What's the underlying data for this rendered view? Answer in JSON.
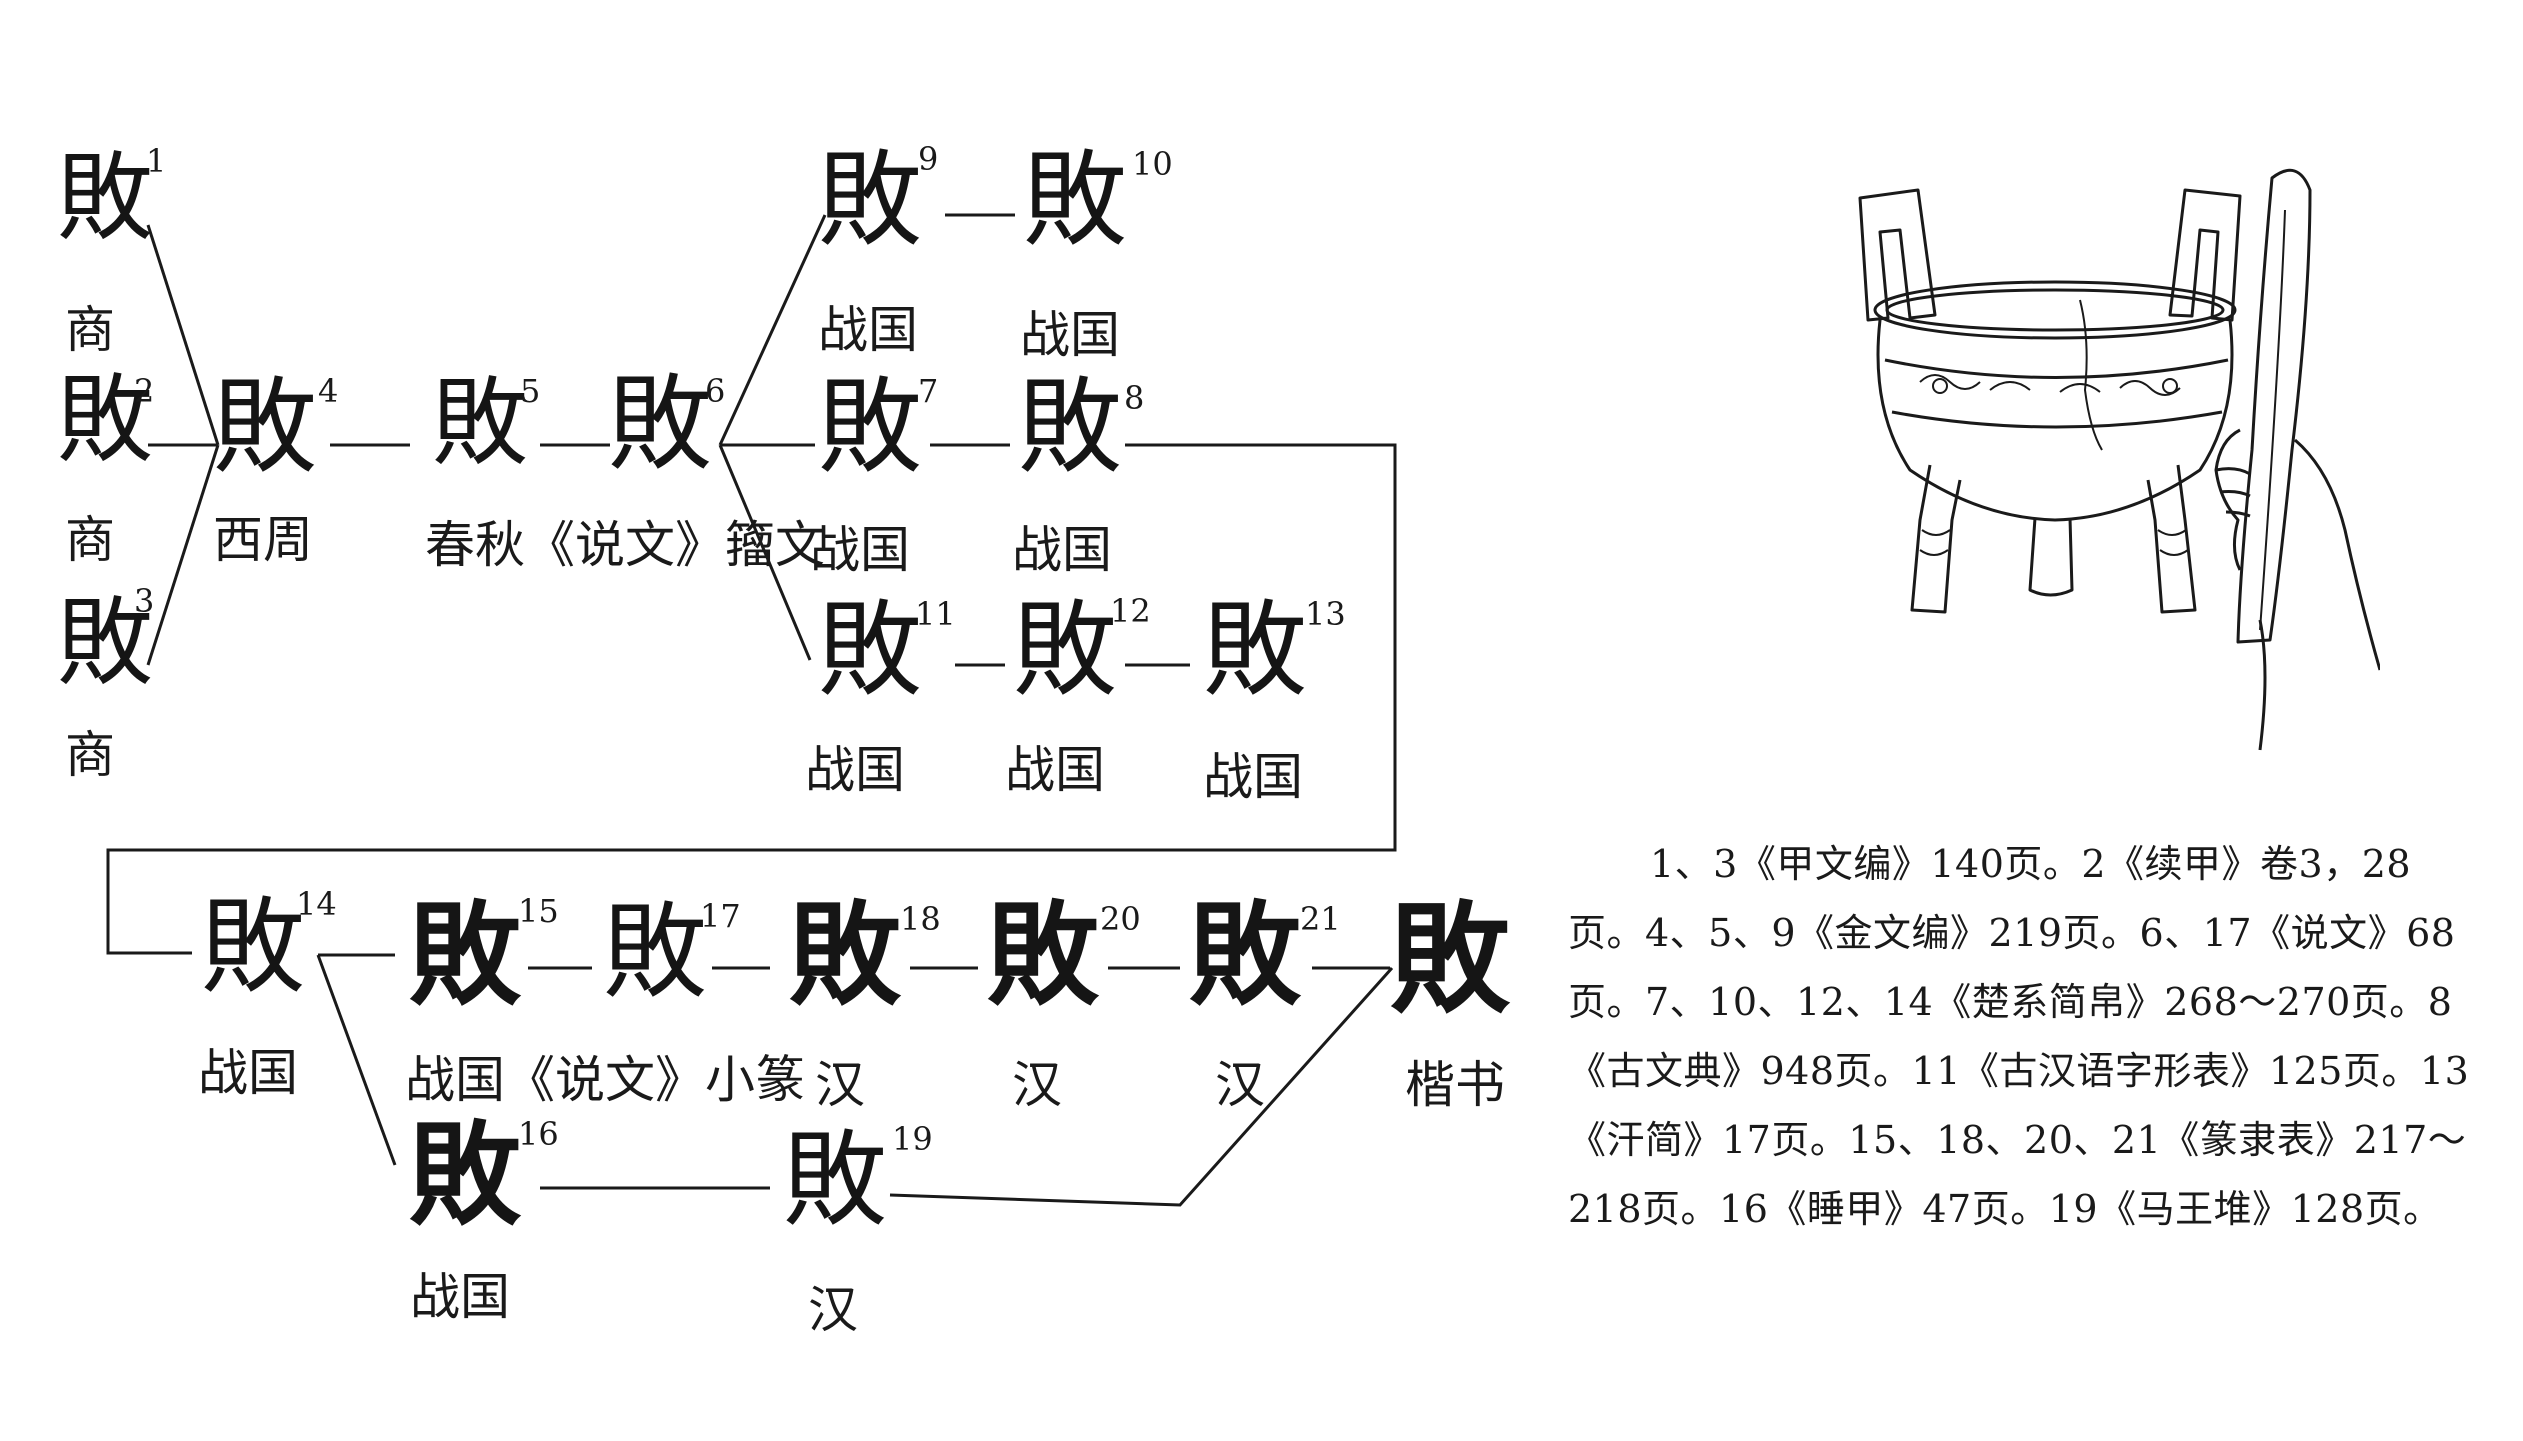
{
  "nodes": [
    {
      "n": "1",
      "label": "商"
    },
    {
      "n": "2",
      "label": "商"
    },
    {
      "n": "3",
      "label": "商"
    },
    {
      "n": "4",
      "label": "西周"
    },
    {
      "n": "5",
      "label": "春秋"
    },
    {
      "n": "6",
      "label": "《说文》籀文"
    },
    {
      "n": "7",
      "label": "战国"
    },
    {
      "n": "8",
      "label": "战国"
    },
    {
      "n": "9",
      "label": "战国"
    },
    {
      "n": "10",
      "label": "战国"
    },
    {
      "n": "11",
      "label": "战国"
    },
    {
      "n": "12",
      "label": "战国"
    },
    {
      "n": "13",
      "label": "战国"
    },
    {
      "n": "14",
      "label": "战国"
    },
    {
      "n": "15",
      "label": "战国"
    },
    {
      "n": "16",
      "label": "战国"
    },
    {
      "n": "17",
      "label": "《说文》小篆"
    },
    {
      "n": "18",
      "label": "汉"
    },
    {
      "n": "19",
      "label": "汉"
    },
    {
      "n": "20",
      "label": "汉"
    },
    {
      "n": "21",
      "label": "汉"
    },
    {
      "n": "",
      "label": "楷书"
    }
  ],
  "glyphs": {
    "seal": "敗",
    "modern": "敗"
  },
  "caption": "1、3《甲文编》140页。2《续甲》卷3，28页。4、5、9《金文编》219页。6、17《说文》68页。7、10、12、14《楚系简帛》268～270页。8《古文典》948页。11《古汉语字形表》125页。13《汗简》17页。15、18、20、21《篆隶表》217～218页。16《睡甲》47页。19《马王堆》128页。"
}
